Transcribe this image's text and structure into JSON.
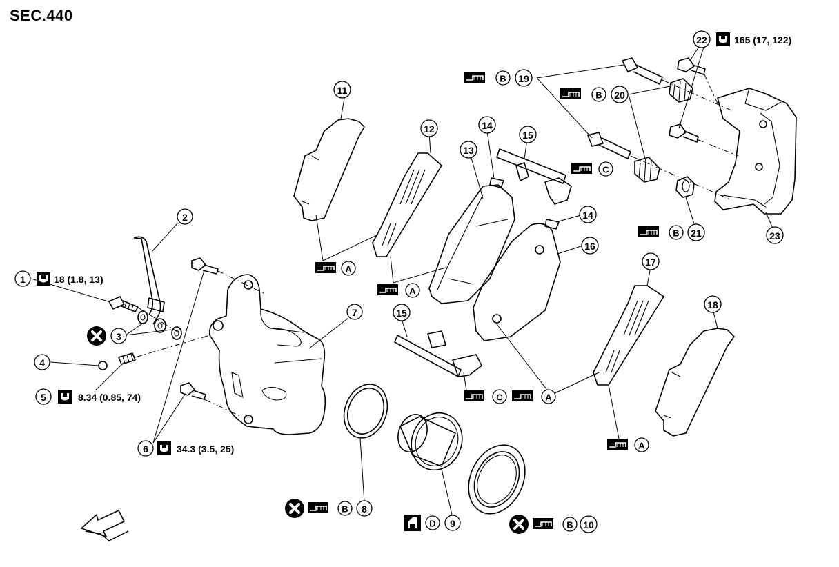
{
  "section_label": "SEC.440",
  "callouts": [
    {
      "id": "c1",
      "n": "1"
    },
    {
      "id": "c2",
      "n": "2"
    },
    {
      "id": "c3",
      "n": "3"
    },
    {
      "id": "c4",
      "n": "4"
    },
    {
      "id": "c5",
      "n": "5"
    },
    {
      "id": "c6",
      "n": "6"
    },
    {
      "id": "c7",
      "n": "7"
    },
    {
      "id": "c8",
      "n": "8"
    },
    {
      "id": "c9",
      "n": "9"
    },
    {
      "id": "c10",
      "n": "10"
    },
    {
      "id": "c11",
      "n": "11"
    },
    {
      "id": "c12",
      "n": "12"
    },
    {
      "id": "c13",
      "n": "13"
    },
    {
      "id": "c14a",
      "n": "14"
    },
    {
      "id": "c14b",
      "n": "14"
    },
    {
      "id": "c15a",
      "n": "15"
    },
    {
      "id": "c15b",
      "n": "15"
    },
    {
      "id": "c16",
      "n": "16"
    },
    {
      "id": "c17",
      "n": "17"
    },
    {
      "id": "c18",
      "n": "18"
    },
    {
      "id": "c19",
      "n": "19"
    },
    {
      "id": "c20",
      "n": "20"
    },
    {
      "id": "c21",
      "n": "21"
    },
    {
      "id": "c22",
      "n": "22"
    },
    {
      "id": "c23",
      "n": "23"
    }
  ],
  "torque_specs": {
    "t1": "18 (1.8, 13)",
    "t5": "8.34 (0.85, 74)",
    "t6": "34.3 (3.5, 25)",
    "t22": "165 (17, 122)"
  },
  "lube_letters": {
    "A": "A",
    "B": "B",
    "C": "C",
    "D": "D"
  },
  "symbols": {
    "torque": "wrench-torque-icon",
    "replace": "do-not-reuse-icon",
    "grease": "grease-applicator-icon",
    "fluid": "brake-fluid-icon",
    "front_arrow": "front-direction-arrow-icon"
  }
}
